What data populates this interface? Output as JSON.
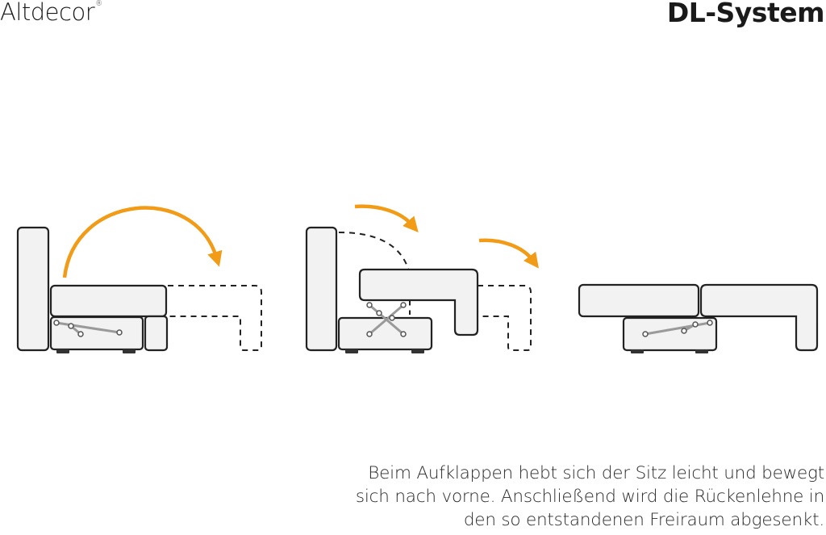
{
  "brand": {
    "name": "Altdecor",
    "registered": "®"
  },
  "title": "DL-System",
  "caption": {
    "lines": [
      "Beim Aufklappen hebt sich der Sitz leicht und bewegt",
      "sich nach vorne. Anschließend wird die Rückenlehne in",
      "den so entstandenen Freiraum abgesenkt."
    ]
  },
  "colors": {
    "arrow": "#F29B17",
    "outline": "#222222",
    "fill": "#F2F2F2",
    "mechanism": "#9A9A9A",
    "text": "#1A1A1A"
  },
  "icons": [
    "registered-mark-icon",
    "orange-curved-arrow-icon"
  ]
}
